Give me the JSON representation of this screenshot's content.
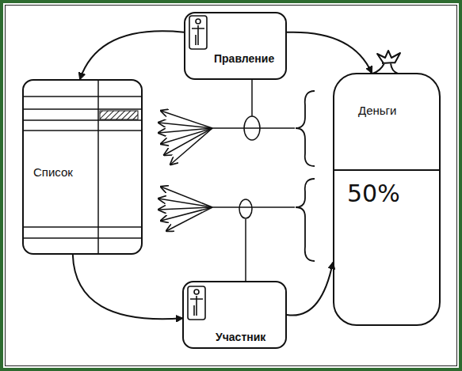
{
  "diagram": {
    "nodes": [
      {
        "text": [
          "Правление"
        ]
      },
      {
        "text": [
          "Список"
        ]
      },
      {
        "text": [
          "Деньги",
          "50%"
        ]
      },
      {
        "text": [
          "Участник"
        ]
      }
    ],
    "edges": [
      {
        "from": 0,
        "to": 2,
        "arrow": "to"
      },
      {
        "from": 0,
        "to": 1,
        "arrow": "to"
      },
      {
        "from": 1,
        "to": 3,
        "arrow": "to"
      },
      {
        "from": 3,
        "to": 2,
        "arrow": "to"
      }
    ]
  }
}
